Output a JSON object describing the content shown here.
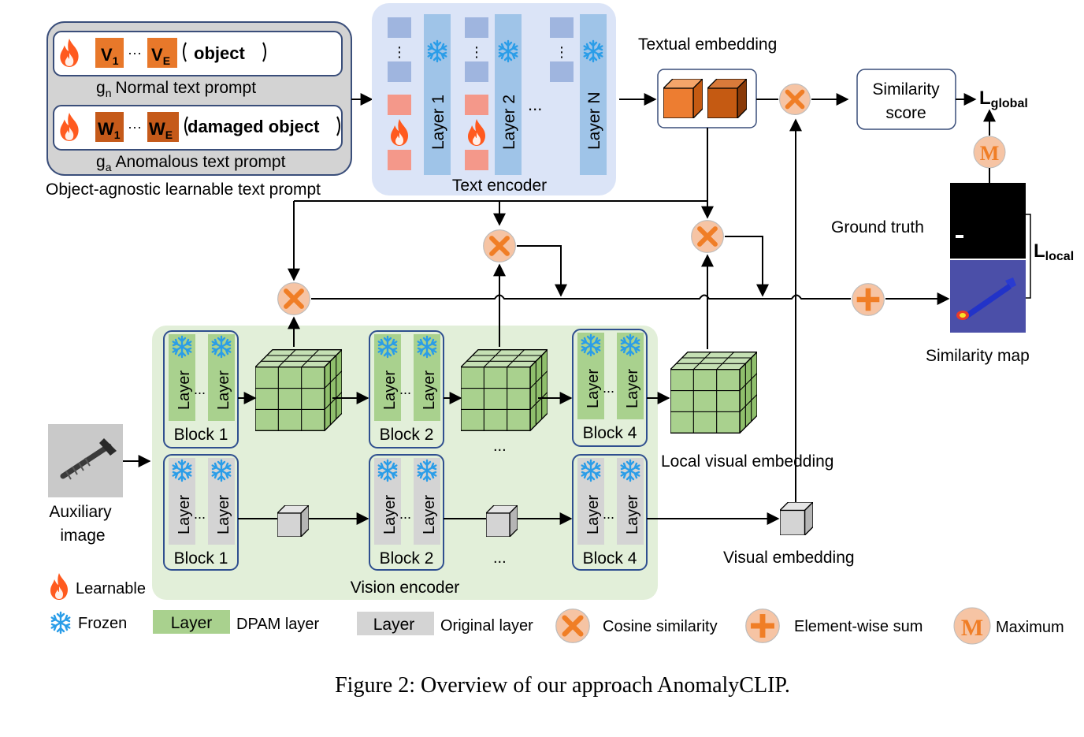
{
  "prompt_panel": {
    "normal": {
      "tokens": [
        "V1",
        "VE"
      ],
      "subscripts": [
        "1",
        "E"
      ],
      "letters": [
        "V",
        "V"
      ],
      "ellipsis": "···",
      "word": "object",
      "label_sub": "n",
      "label_var": "g",
      "label": "Normal text prompt"
    },
    "anomalous": {
      "letters": [
        "W",
        "W"
      ],
      "subscripts": [
        "1",
        "E"
      ],
      "ellipsis": "···",
      "word": "damaged object",
      "label_sub": "a",
      "label_var": "g",
      "label": "Anomalous text prompt"
    },
    "caption": "Object-agnostic learnable text prompt"
  },
  "text_encoder": {
    "layers": [
      "Layer 1",
      "Layer 2",
      "Layer N"
    ],
    "ellipsis": "...",
    "label": "Text encoder"
  },
  "textual_embedding": "Textual embedding",
  "similarity_score": [
    "Similarity",
    "score"
  ],
  "loss_global": {
    "main": "L",
    "sub": "global"
  },
  "loss_local": {
    "main": "L",
    "sub": "local"
  },
  "ground_truth": "Ground truth",
  "similarity_map": "Similarity map",
  "vision_encoder": {
    "label": "Vision encoder",
    "layer_word": "Layer",
    "ellipsis": "...",
    "blocks_top": [
      "Block 1",
      "Block 2",
      "Block 4"
    ],
    "blocks_bottom": [
      "Block 1",
      "Block 2",
      "Block 4"
    ],
    "between_dots": "..."
  },
  "auxiliary_image": [
    "Auxiliary",
    "image"
  ],
  "local_visual_embedding": "Local visual embedding",
  "visual_embedding": "Visual embedding",
  "legend": {
    "learnable": "Learnable",
    "frozen": "Frozen",
    "dpam_swatch": "Layer",
    "dpam_label": "DPAM layer",
    "orig_swatch": "Layer",
    "orig_label": "Original layer",
    "cosine": "Cosine similarity",
    "sum": "Element-wise sum",
    "max": "Maximum",
    "max_glyph": "M"
  },
  "figure_caption": "Figure 2: Overview of our approach AnomalyCLIP.",
  "colors": {
    "prompt_bg": "#d3d3d3",
    "prompt_border": "#3a4e7a",
    "token_orange": "#e8782a",
    "token_dark": "#c55a1a",
    "text_enc_bg": "#dbe4f7",
    "text_enc_layer": "#9fc4e8",
    "text_token_blue": "#9fb5df",
    "text_token_red": "#f4988a",
    "vision_bg": "#e2efd9",
    "dpam_green": "#a9d18e",
    "orig_grey": "#d4d4d4",
    "cube_green": "#a9d18e",
    "op_fill": "#f6c4a4",
    "op_mark": "#f07e26",
    "flame": "#ff5a1f",
    "snow": "#2a9de8",
    "block_border": "#2f4f8f"
  }
}
